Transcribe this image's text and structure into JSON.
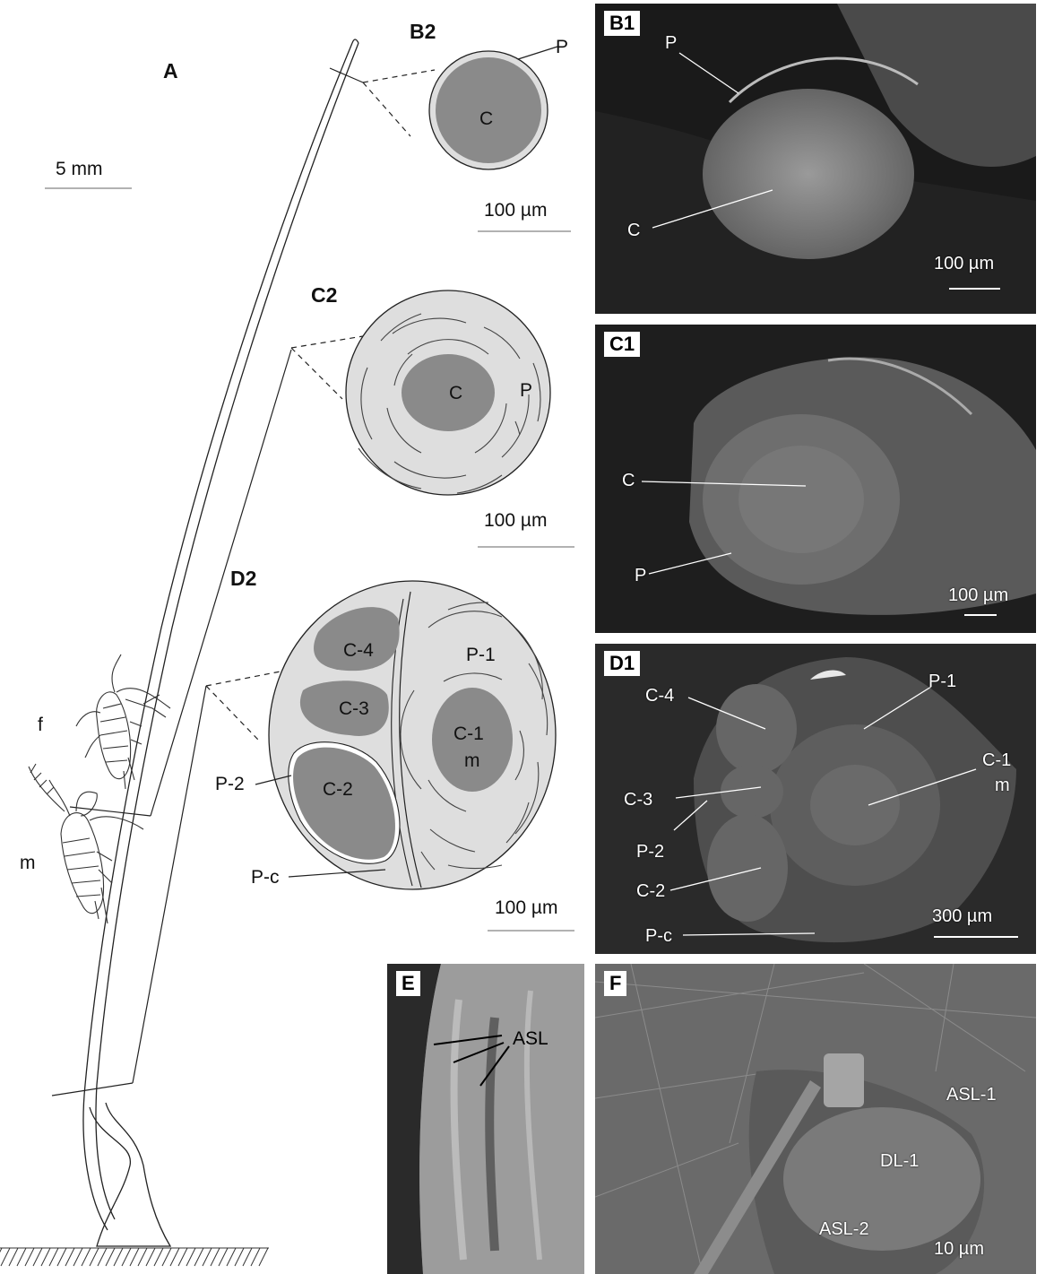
{
  "panels": {
    "A": {
      "tag": "A",
      "scale": "5 mm",
      "labels": {
        "f": "f",
        "m": "m"
      }
    },
    "B2": {
      "tag": "B2",
      "scale": "100 µm",
      "labels": {
        "C": "C",
        "P": "P"
      }
    },
    "C2": {
      "tag": "C2",
      "scale": "100 µm",
      "labels": {
        "C": "C",
        "P": "P"
      }
    },
    "D2": {
      "tag": "D2",
      "scale": "100 µm",
      "labels": {
        "C4": "C-4",
        "C3": "C-3",
        "C2": "C-2",
        "C1": "C-1",
        "m": "m",
        "P1": "P-1",
        "P2": "P-2",
        "Pc": "P-c"
      }
    },
    "B1": {
      "tag": "B1",
      "scale": "100 µm",
      "labels": {
        "P": "P",
        "C": "C"
      }
    },
    "C1": {
      "tag": "C1",
      "scale": "100 µm",
      "labels": {
        "C": "C",
        "P": "P"
      }
    },
    "D1": {
      "tag": "D1",
      "scale": "300 µm",
      "labels": {
        "C4": "C-4",
        "P1": "P-1",
        "C1": "C-1",
        "m": "m",
        "C3": "C-3",
        "P2": "P-2",
        "C2": "C-2",
        "Pc": "P-c"
      }
    },
    "E": {
      "tag": "E",
      "labels": {
        "ASL": "ASL"
      }
    },
    "F": {
      "tag": "F",
      "scale": "10 µm",
      "labels": {
        "ASL1": "ASL-1",
        "DL1": "DL-1",
        "ASL2": "ASL-2"
      }
    }
  },
  "colors": {
    "core": "#8a8a8a",
    "peripheral": "#dedede",
    "line": "#222222",
    "micro_bg": "#1a1a1a"
  }
}
